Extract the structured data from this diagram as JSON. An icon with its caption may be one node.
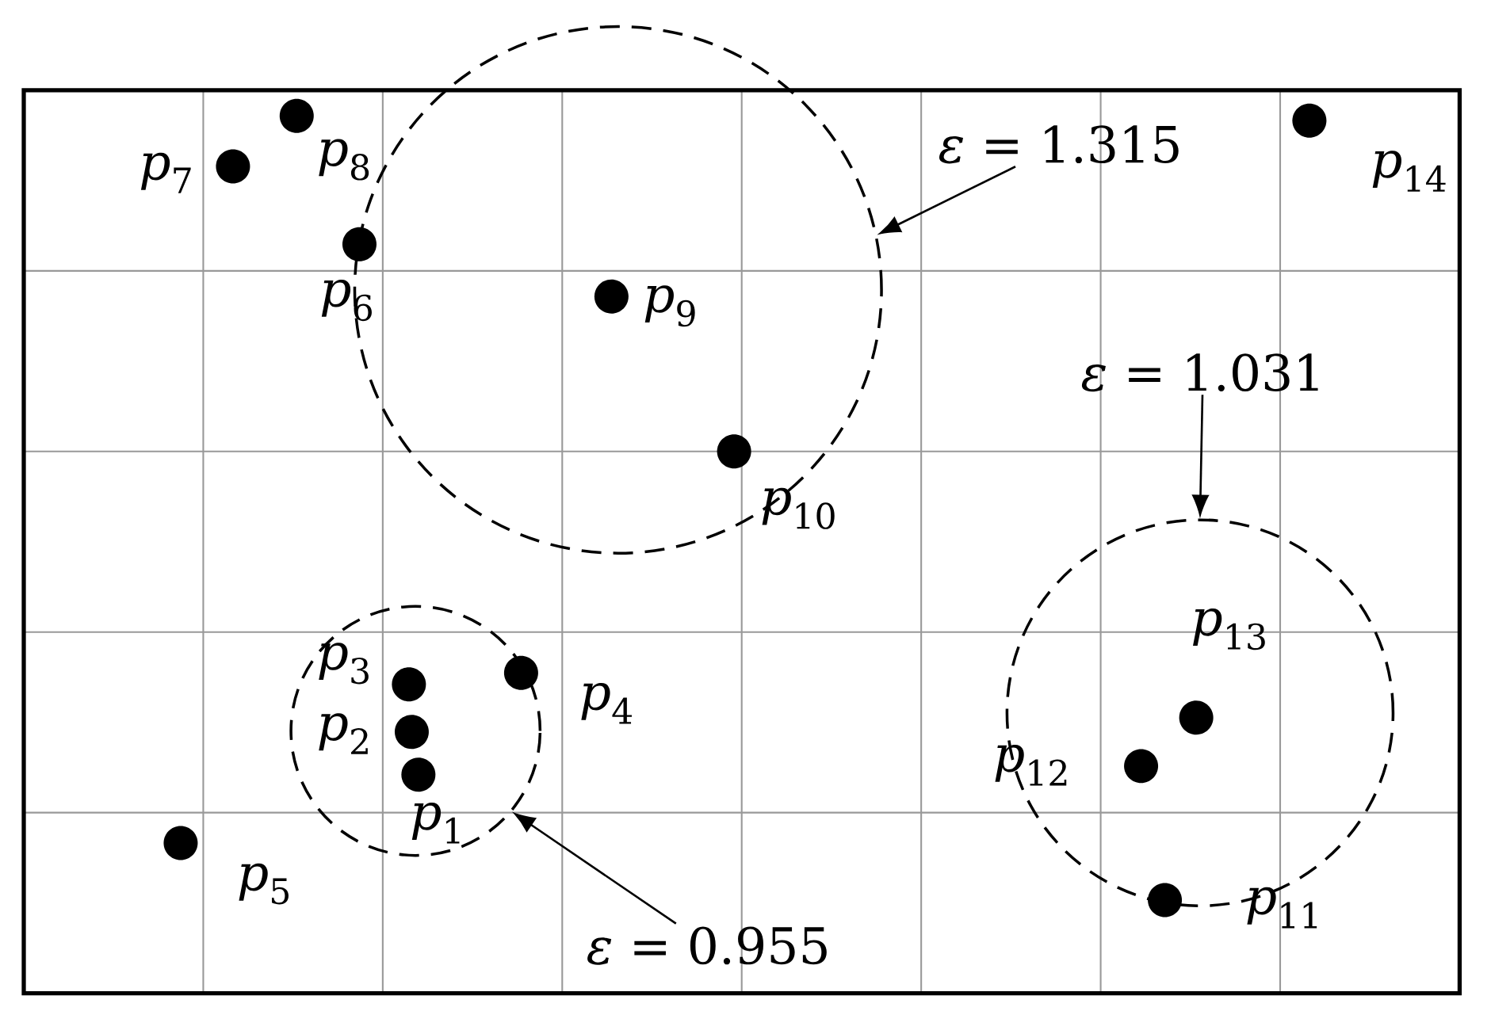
{
  "diagram": {
    "nodes": [
      {
        "text": [],
        "shape": "circle"
      },
      {
        "text": [
          "*ε* = 1.315"
        ]
      },
      {
        "text": [
          "*ε* = 1.031"
        ]
      },
      {
        "text": [],
        "shape": "circle"
      },
      {
        "text": [],
        "shape": "circle"
      },
      {
        "text": [
          "*ε* = 0.955"
        ]
      }
    ],
    "edges": [
      {
        "from": 1,
        "to": 0,
        "arrow": "to"
      },
      {
        "from": 2,
        "to": 3,
        "arrow": "to"
      },
      {
        "from": 5,
        "to": 4,
        "arrow": "to"
      }
    ],
    "labels": [
      "*p*$_{1}$",
      "*p*$_{2}$",
      "*p*$_{3}$",
      "*p*$_{4}$",
      "*p*$_{5}$",
      "*p*$_{6}$",
      "*p*$_{7}$",
      "*p*$_{8}$",
      "*p*$_{9}$",
      "*p*$_{10}$",
      "*p*$_{11}$",
      "*p*$_{12}$",
      "*p*$_{13}$",
      "*p*$_{14}$"
    ]
  }
}
